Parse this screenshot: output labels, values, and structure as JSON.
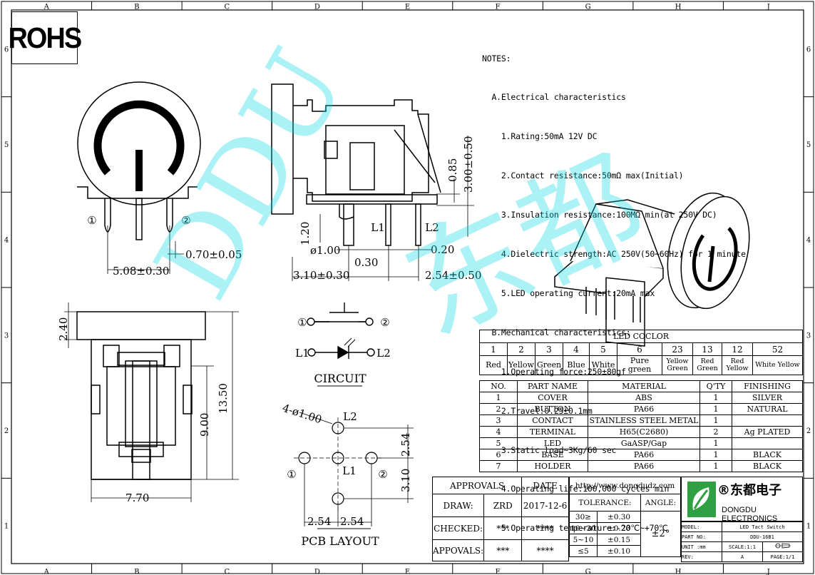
{
  "rohs_label": "ROHS",
  "col_labels": [
    "A",
    "B",
    "C",
    "D",
    "E",
    "F",
    "G",
    "H",
    "J"
  ],
  "row_labels": [
    "6",
    "5",
    "4",
    "3",
    "2",
    "1"
  ],
  "notes": [
    "NOTES:",
    "  A.Electrical characteristics",
    "    1.Rating:50mA 12V DC",
    "    2.Contact resistance:50mΩ max(Initial)",
    "    3.Insulation resistance:100MΩ min(at 250V DC)",
    "    4.Dielectric strength:AC 250V(50~60Hz) for 1 minute",
    "    5.LED operating current:20mA max",
    "  B.Mechanical characteristics:",
    "    1.Operating force:250±80gf",
    "    2.Travel:0.25±0.1mm",
    "    3.Static load~3Kg/60 sec",
    "    4.Operating life:100,000 cycles min",
    "    5.Operating temperature:-20℃~+70℃"
  ],
  "dims": {
    "pin_width": "0.70±0.05",
    "pin_pitch": "5.08±0.30",
    "pin_stub": "1.20",
    "pin_dia": "ø1.00",
    "led_gap": "0.30",
    "lead_width": "0.20",
    "front_offset": "3.10±0.30",
    "lead_pitch": "2.54±0.50",
    "base_thick": "0.85",
    "body_height": "3.00±0.50",
    "cap_height": "2.40",
    "height_total": "13.50",
    "height_body": "9.00",
    "width_body": "7.70",
    "holes": "4-ø1.00",
    "pcb_v1": "2.54",
    "pcb_v2": "3.10",
    "pcb_h1": "2.54",
    "pcb_h2": "2.54"
  },
  "labels": {
    "pin1": "①",
    "pin2": "②",
    "l1": "L1",
    "l2": "L2",
    "circuit": "CIRCUIT",
    "pcb_layout": "PCB LAYOUT"
  },
  "watermark": {
    "text1": "DDU",
    "text2": "东都",
    "color": "#00d7e6"
  },
  "led_color": {
    "title": "LED  COCLOR",
    "codes": [
      "1",
      "2",
      "3",
      "4",
      "5",
      "6",
      "23",
      "13",
      "12",
      "52"
    ],
    "names": [
      "Red",
      "Yellow",
      "Green",
      "Blue",
      "White",
      "Pure green",
      "Yellow Green",
      "Red Green",
      "Red Yellow",
      "White Yellow"
    ]
  },
  "bom": {
    "headers": [
      "NO.",
      "PART NAME",
      "MATERIAL",
      "Q'TY",
      "FINISHING"
    ],
    "rows": [
      [
        "1",
        "COVER",
        "ABS",
        "1",
        "SILVER"
      ],
      [
        "2",
        "BUTTON",
        "PA66",
        "1",
        "NATURAL"
      ],
      [
        "3",
        "CONTACT",
        "STAINLESS STEEL METAL",
        "1",
        ""
      ],
      [
        "4",
        "TERMINAL",
        "H65(C2680)",
        "2",
        "Ag PLATED"
      ],
      [
        "5",
        "LED",
        "GaASP/Gap",
        "1",
        ""
      ],
      [
        "6",
        "BASE",
        "PA66",
        "1",
        "BLACK"
      ],
      [
        "7",
        "HOLDER",
        "PA66",
        "1",
        "BLACK"
      ]
    ]
  },
  "title_block": {
    "approvals": "APPROVALS",
    "date_h": "DATE",
    "url": "http://www.dongdudz.com",
    "draw_label": "DRAW:",
    "draw_name": "ZRD",
    "draw_date": "2017-12-6",
    "checked_label": "CHECKED:",
    "checked_name": "***",
    "checked_date": "****",
    "appovals_label": "APPOVALS:",
    "appovals_name": "***",
    "appovals_date": "****",
    "tolerance": "TOLERANCE:",
    "angle": "ANGLE:",
    "angle_value": "±2°",
    "tol_rows": [
      [
        "30≥",
        "±0.30"
      ],
      [
        "10~30",
        "±0.20"
      ],
      [
        "5~10",
        "±0.15"
      ],
      [
        "≤5",
        "±0.10"
      ]
    ],
    "company_cn": "®东都电子",
    "company_en": "DONGDU ELECTRONICS",
    "model_label": "MODEL:",
    "model_value": "LED Tact Switch",
    "part_label": "PART NO:",
    "part_value": "DDU-16B1",
    "unit_label": "UNIT :mm",
    "scale_label": "SCALE:1:1",
    "rev_label": "REV:",
    "rev_value": "A",
    "page_label": "PAGE:1/1",
    "logo_color": "#2ea043"
  }
}
